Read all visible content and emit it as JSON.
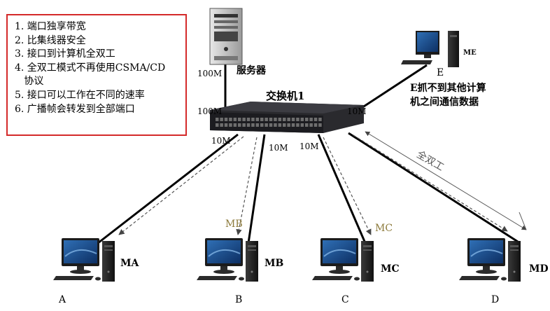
{
  "features": [
    "1. 端口独享带宽",
    "2. 比集线器安全",
    "3. 接口到计算机全双工",
    "4. 全双工模式不再使用CSMA/CD\n   协议",
    "5. 接口可以工作在不同的速率",
    "6. 广播帧会转发到全部端口"
  ],
  "server": {
    "label": "服务器",
    "speed_top": "100M",
    "speed_bottom": "100M"
  },
  "switch": {
    "label": "交换机1"
  },
  "host_e": {
    "tag": "ME",
    "letter": "E",
    "speed": "10M",
    "note": "E抓不到其他计算\n机之间通信数据"
  },
  "ports": {
    "a_speed": "10M",
    "b_speed": "10M",
    "c_speed": "10M"
  },
  "hosts": [
    {
      "tag": "MA",
      "letter": "A"
    },
    {
      "tag": "MB",
      "letter": "B"
    },
    {
      "tag": "MC",
      "letter": "C"
    },
    {
      "tag": "MD",
      "letter": "D"
    }
  ],
  "frames": {
    "mb": "MB",
    "mc": "MC"
  },
  "duplex_label": "全双工",
  "colors": {
    "box_border": "#d42a2a",
    "frame_label": "#8c7a3b"
  }
}
